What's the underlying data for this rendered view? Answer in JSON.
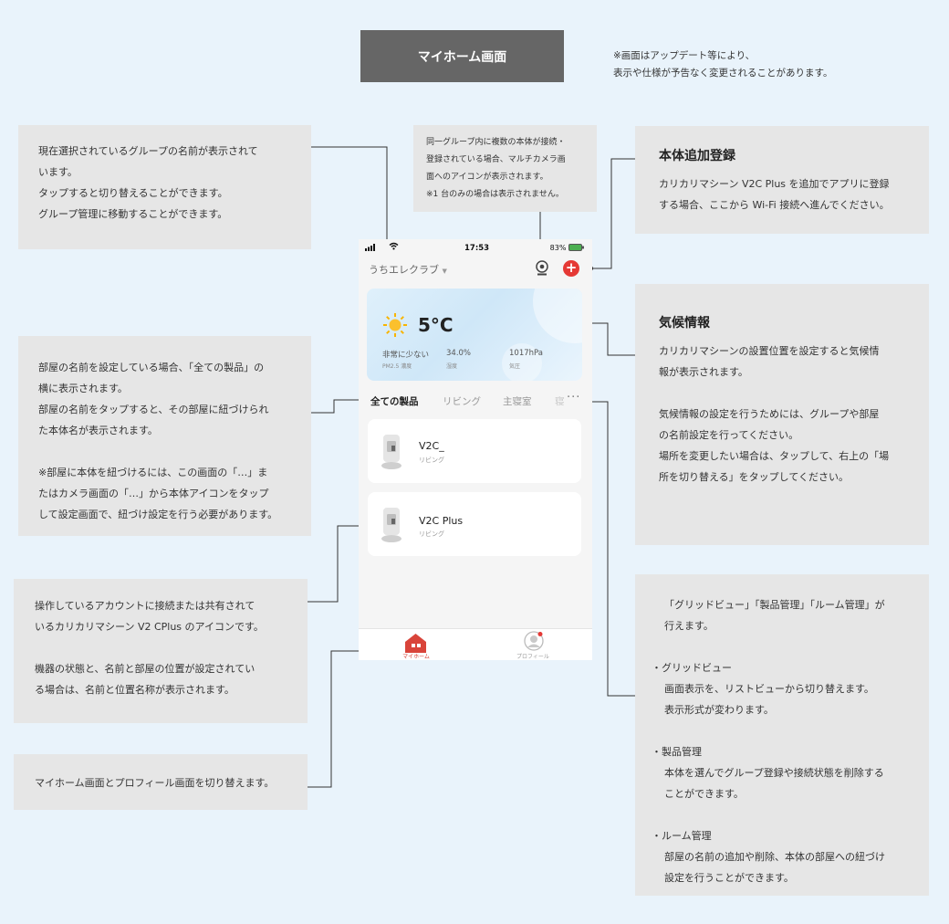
{
  "header": {
    "title": "マイホーム画面",
    "note_line1": "※画面はアップデート等により、",
    "note_line2": "表示や仕様が予告なく変更されることがあります。"
  },
  "annotations": {
    "group": [
      "現在選択されているグループの名前が表示されて",
      "います。",
      "タップすると切り替えることができます。",
      "グループ管理に移動することができます。"
    ],
    "multicam": [
      "同一グループ内に複数の本体が接続・",
      "登録されている場合、マルチカメラ画",
      "面へのアイコンが表示されます。",
      "※1 台のみの場合は表示されません。"
    ],
    "add": {
      "title": "本体追加登録",
      "lines": [
        "カリカリマシーン V2C Plus を追加でアプリに登録",
        "する場合、ここから Wi-Fi 接続へ進んでください。"
      ]
    },
    "rooms": [
      "部屋の名前を設定している場合、「全ての製品」の",
      "横に表示されます。",
      "部屋の名前をタップすると、その部屋に紐づけられ",
      "た本体名が表示されます。",
      "",
      "※部屋に本体を紐づけるには、この画面の「…」ま",
      "たはカメラ画面の「…」から本体アイコンをタップ",
      "して設定画面で、紐づけ設定を行う必要があります。"
    ],
    "weather": {
      "title": "気候情報",
      "lines": [
        "カリカリマシーンの設置位置を設定すると気候情",
        "報が表示されます。",
        "",
        "気候情報の設定を行うためには、グループや部屋",
        "の名前設定を行ってください。",
        "場所を変更したい場合は、タップして、右上の「場",
        "所を切り替える」をタップしてください。"
      ]
    },
    "device": [
      "操作しているアカウントに接続または共有されて",
      "いるカリカリマシーン V2 CPlus のアイコンです。",
      "",
      "機器の状態と、名前と部屋の位置が設定されてい",
      "る場合は、名前と位置名称が表示されます。"
    ],
    "menu": [
      "「グリッドビュー」「製品管理」「ルーム管理」が",
      "行えます。",
      "",
      "・グリッドビュー",
      "画面表示を、リストビューから切り替えます。",
      "表示形式が変わります。",
      "",
      "・製品管理",
      "本体を選んでグループ登録や接続状態を削除する",
      "ことができます。",
      "",
      "・ルーム管理",
      "部屋の名前の追加や削除、本体の部屋への紐づけ",
      "設定を行うことができます。"
    ],
    "tabbar": [
      "マイホーム画面とプロフィール画面を切り替えます。"
    ]
  },
  "phone": {
    "status": {
      "time": "17:53",
      "battery": "83%"
    },
    "group_name": "うちエレクラブ",
    "weather": {
      "temperature": "5°C",
      "pm_value": "非常に少ない",
      "pm_label": "PM2.5 濃度",
      "humidity_value": "34.0%",
      "humidity_label": "湿度",
      "pressure_value": "1017hPa",
      "pressure_label": "気圧"
    },
    "tabs": [
      "全ての製品",
      "リビング",
      "主寝室",
      "寝"
    ],
    "more": "···",
    "devices": [
      {
        "name": "V2C_",
        "room": "リビング"
      },
      {
        "name": "V2C Plus",
        "room": "リビング"
      }
    ],
    "tabbar": {
      "home": "マイホーム",
      "profile": "プロフィール"
    }
  },
  "colors": {
    "accent": "#e53935",
    "home": "#d9443a",
    "title_bg": "#666666",
    "annotation_bg": "#e6e6e6"
  },
  "icons": [
    "signal-icon",
    "wifi-icon",
    "camera-icon",
    "add-icon",
    "sun-icon",
    "feeder-icon",
    "home-icon",
    "profile-icon"
  ]
}
